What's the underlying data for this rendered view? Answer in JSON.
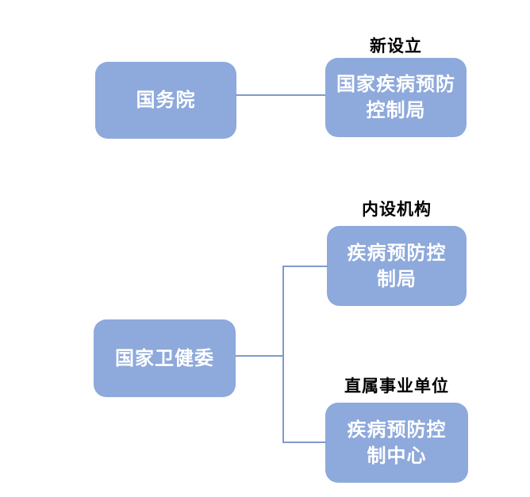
{
  "colors": {
    "background": "#FFFFFF",
    "box_fill": "#8EA9DB",
    "box_text": "#FFFFFF",
    "label_text": "#000000",
    "connector": "#7E9ACD"
  },
  "diagram": {
    "groups": [
      {
        "parent": {
          "label": "国务院"
        },
        "children": [
          {
            "annotation": "新设立",
            "label": "国家疾病预防\n控制局"
          }
        ]
      },
      {
        "parent": {
          "label": "国家卫健委"
        },
        "children": [
          {
            "annotation": "内设机构",
            "label": "疾病预防控\n制局"
          },
          {
            "annotation": "直属事业单位",
            "label": "疾病预防控\n制中心"
          }
        ]
      }
    ]
  }
}
